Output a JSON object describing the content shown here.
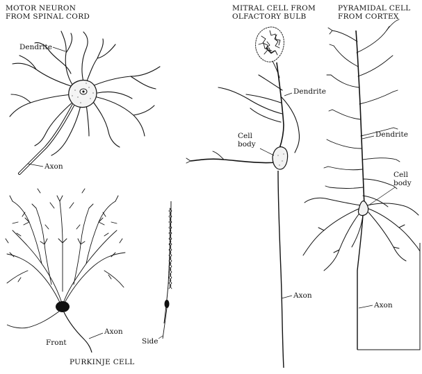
{
  "motor_neuron": {
    "title_line1": "MOTOR NEURON",
    "title_line2": "FROM SPINAL CORD",
    "dendrite_label": "Dendrite",
    "axon_label": "Axon"
  },
  "mitral_cell": {
    "title_line1": "MITRAL CELL FROM",
    "title_line2": "OLFACTORY BULB",
    "dendrite_label": "Dendrite",
    "cell_body_line1": "Cell",
    "cell_body_line2": "body",
    "axon_label": "Axon"
  },
  "pyramidal_cell": {
    "title_line1": "PYRAMIDAL CELL",
    "title_line2": "FROM CORTEX",
    "dendrite_label": "Dendrite",
    "cell_body_line1": "Cell",
    "cell_body_line2": "body",
    "axon_label": "Axon"
  },
  "purkinje_cell": {
    "title": "PURKINJE CELL",
    "axon_label": "Axon",
    "front_label": "Front",
    "side_label": "Side"
  },
  "colors": {
    "ink": "#111111",
    "background": "#ffffff"
  }
}
